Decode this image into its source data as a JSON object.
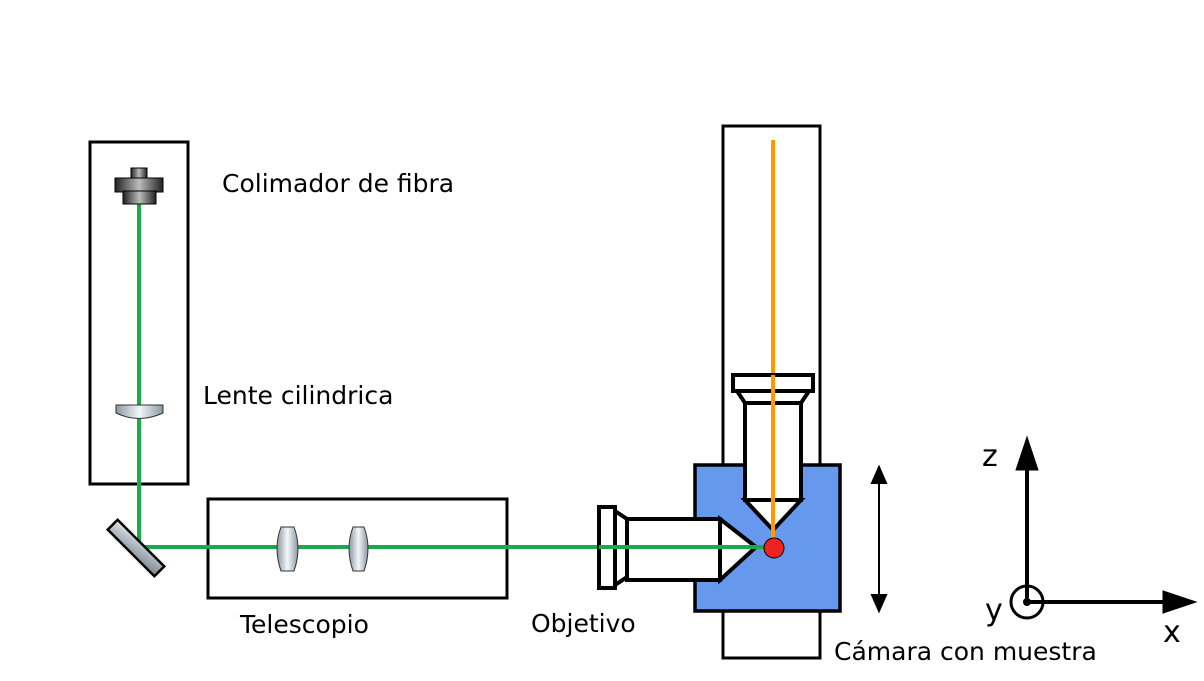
{
  "labels": {
    "collimator": "Colimador de fibra",
    "cyl_lens": "Lente cilindrica",
    "telescope": "Telescopio",
    "objective": "Objetivo",
    "chamber": "Cámara con muestra"
  },
  "axes": {
    "z": "z",
    "y": "y",
    "x": "x"
  },
  "colors": {
    "beam": "#1aaa4a",
    "detection": "#ff9900",
    "chamber_fill": "#6699ee",
    "sample": "#ee2222"
  }
}
